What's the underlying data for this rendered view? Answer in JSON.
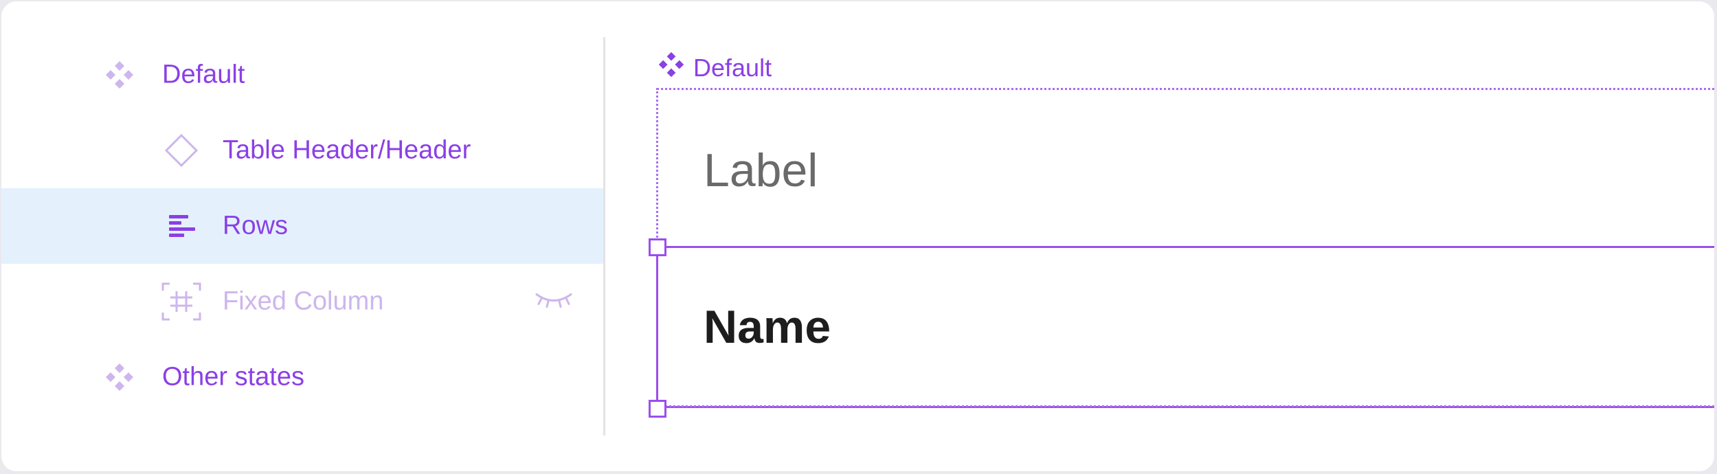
{
  "layers_panel": {
    "items": [
      {
        "label": "Default",
        "icon": "component-set-icon",
        "state": "normal"
      },
      {
        "label": "Table Header/Header",
        "icon": "instance-diamond-icon",
        "state": "normal"
      },
      {
        "label": "Rows",
        "icon": "auto-layout-icon",
        "state": "selected"
      },
      {
        "label": "Fixed Column",
        "icon": "frame-grid-icon",
        "state": "hidden",
        "trailing_icon": "eye-closed-icon"
      },
      {
        "label": "Other states",
        "icon": "component-set-icon",
        "state": "normal"
      }
    ]
  },
  "canvas": {
    "frame_tag": "Default",
    "header_text": "Label",
    "row_text": "Name"
  },
  "colors": {
    "accent": "#8b3fe6",
    "accent_muted": "#cdb6ec",
    "selection_bg": "#e4f1fc",
    "selection_outline": "#9b4df0"
  }
}
